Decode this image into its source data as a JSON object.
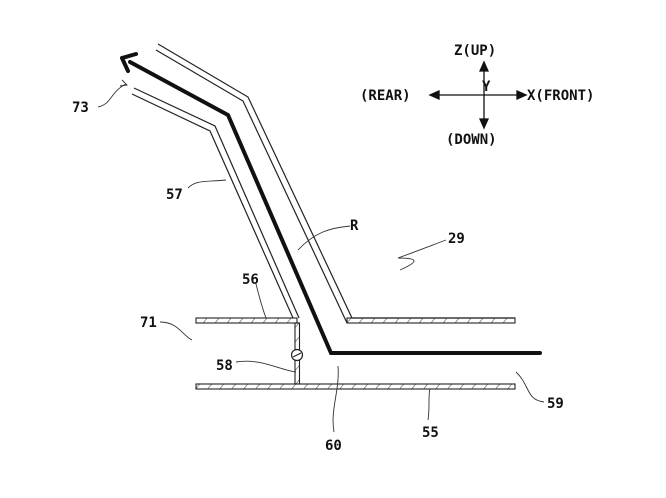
{
  "axes": {
    "up": "Z(UP)",
    "down": "(DOWN)",
    "rear": "(REAR)",
    "front": "X(FRONT)",
    "y": "Y"
  },
  "labels": {
    "l73": "73",
    "l57": "57",
    "lR": "R",
    "l29": "29",
    "l56": "56",
    "l71": "71",
    "l58": "58",
    "l60": "60",
    "l55": "55",
    "l59": "59"
  },
  "colors": {
    "line": "#111111",
    "background": "#ffffff"
  }
}
